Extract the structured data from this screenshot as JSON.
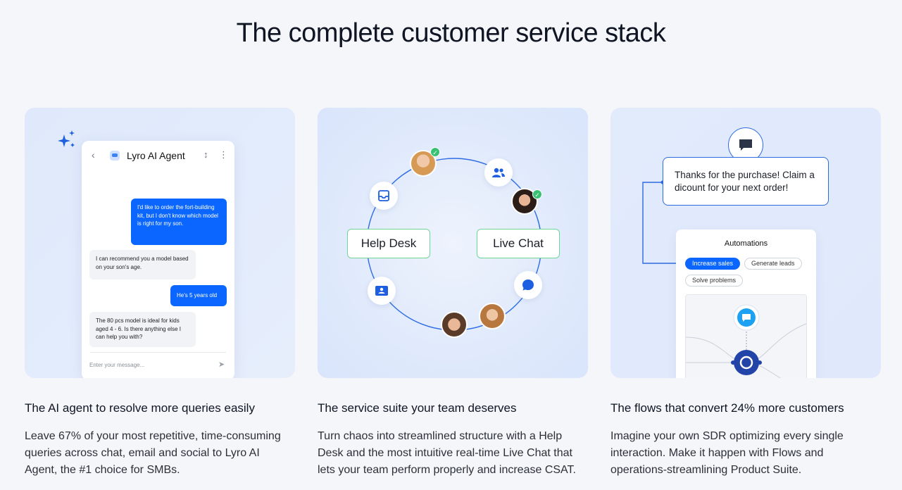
{
  "page": {
    "title": "The complete customer service stack"
  },
  "columns": [
    {
      "heading": "The AI agent to resolve more queries easily",
      "body": "Leave 67% of your most repetitive, time-consuming queries across chat, email and social to Lyro AI Agent, the #1 choice for SMBs."
    },
    {
      "heading": "The service suite your team deserves",
      "body": "Turn chaos into streamlined structure with a Help Desk and the most intuitive real-time Live Chat that lets your team perform properly and increase CSAT."
    },
    {
      "heading": "The flows that convert 24% more customers",
      "body": "Imagine your own SDR optimizing every single interaction. Make it happen with Flows and operations-streamlining Product Suite."
    }
  ],
  "chat": {
    "title": "Lyro AI Agent",
    "messages": [
      "I'd like to order the fort-building kit, but I don't know which model is right for my son.",
      "I can recommend you a model based on your son's age.",
      "He's 5 years old",
      "The 80 pcs model is ideal for kids aged 4 - 6. Is there anything else I can help you with?"
    ],
    "input_placeholder": "Enter your message..."
  },
  "suite": {
    "help_desk": "Help Desk",
    "live_chat": "Live Chat"
  },
  "flows": {
    "message": "Thanks for the purchase! Claim a dicount for your next order!",
    "automations_title": "Automations",
    "tags": [
      "Increase sales",
      "Generate leads",
      "Solve problems"
    ]
  },
  "colors": {
    "accent": "#0a66ff",
    "green": "#38c172",
    "card_bg": "#dfe9fb"
  }
}
